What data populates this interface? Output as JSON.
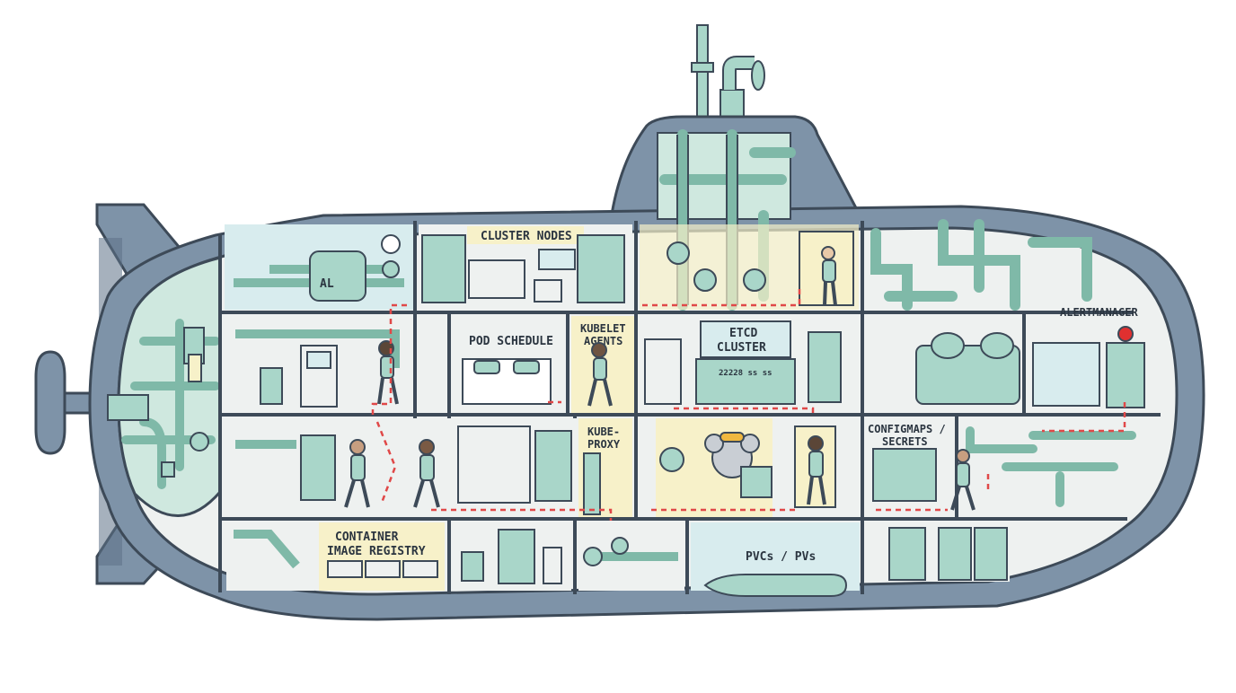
{
  "labels": {
    "cluster_nodes": "CLUSTER NODES",
    "pod_schedule": "POD SCHEDULE",
    "kubelet_line1": "KUBELET",
    "kubelet_line2": "AGENTS",
    "etcd_line1": "ETCD",
    "etcd_line2": "CLUSTER",
    "etcd_panel": "22228 ss ss",
    "alertmanager": "ALERTMANAGER",
    "kube_proxy_line1": "KUBE-",
    "kube_proxy_line2": "PROXY",
    "configmaps_line1": "CONFIGMAPS /",
    "configmaps_line2": "SECRETS",
    "registry_line1": "CONTAINER",
    "registry_line2": "IMAGE REGISTRY",
    "pvcs": "PVCs / PVs",
    "tank": "AL"
  },
  "colors": {
    "hull": "#7e93a8",
    "hull_dark": "#5d7187",
    "outline": "#3d4a58",
    "room_bg": "#eef1f0",
    "pipe": "#a9d6c9",
    "pipe_dark": "#7fb9a8",
    "yellow_room": "#f7f1c9",
    "blue_room": "#d8ecee",
    "path_red": "#e04848",
    "alarm": "#e03030"
  }
}
